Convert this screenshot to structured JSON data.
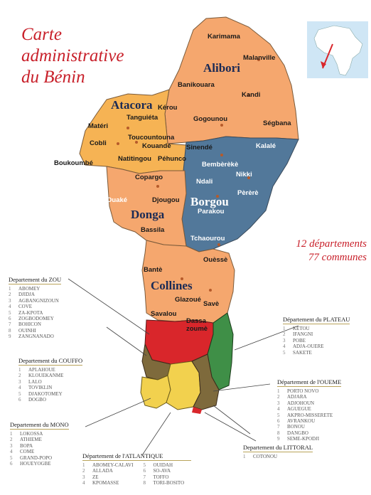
{
  "title_lines": [
    "Carte",
    "administrative",
    "du Bénin"
  ],
  "stats": [
    "12 départements",
    "77 communes"
  ],
  "departments": [
    "Alibori",
    "Atacora",
    "Borgou",
    "Donga",
    "Collines"
  ],
  "cities": [
    "Karimama",
    "Malanville",
    "Banikouara",
    "Kandi",
    "Ségbana",
    "Kérou",
    "Tanguiéta",
    "Matéri",
    "Gogounou",
    "Toucountouna",
    "Kouandé",
    "Cobli",
    "Natitingou",
    "Péhunco",
    "Sinendé",
    "Kalalé",
    "Boukoumbé",
    "Bembèrèkè",
    "Nikki",
    "Copargo",
    "Ndali",
    "Pèrèrè",
    "Ouaké",
    "Djougou",
    "Parakou",
    "Bassila",
    "Tchaourou",
    "Ouèssè",
    "Bantè",
    "Glazoué",
    "Savè",
    "Savalou",
    "Dassa zoumè"
  ],
  "map_colors": {
    "north": "#f5a76e",
    "west": "#f6b354",
    "borgou": "#52789a",
    "zou": "#d9262b",
    "plateau": "#3f8f47",
    "couffo": "#7e6a3c",
    "mono": "#f2d14e",
    "sea": "#ffffff"
  },
  "legends": [
    {
      "title": "Departement du ZOU",
      "items": [
        "ABOMEY",
        "DJIDJA",
        "AGBANGNIZOUN",
        "COVE",
        "ZA-KPOTA",
        "ZOGBODOMEY",
        "BOHICON",
        "OUINHI",
        "ZANGNANADO"
      ]
    },
    {
      "title": "Département du PLATEAU",
      "items": [
        "KETOU",
        "IFANGNI",
        "POBE",
        "ADJA-OUERE",
        "SAKETE"
      ]
    },
    {
      "title": "Departement du COUFFO",
      "items": [
        "APLAHOUE",
        "KLOUEKANME",
        "LALO",
        "TOVIKLIN",
        "DJAKOTOMEY",
        "DOGBO"
      ]
    },
    {
      "title": "Département de l'OUEME",
      "items": [
        "PORTO NOVO",
        "ADJARA",
        "ADJOHOUN",
        "AGUEGUE",
        "AKPRO-MISSERETE",
        "AVRANKOU",
        "BONOU",
        "DANGBO",
        "SEME-KPODJI"
      ]
    },
    {
      "title": "Departement du MONO",
      "items": [
        "LOKOSSA",
        "ATHIEME",
        "BOPA",
        "COME",
        "GRAND-POPO",
        "HOUEYOGBE"
      ]
    },
    {
      "title": "Département de l'ATLANTIQUE",
      "items": [
        "ABOMEY-CALAVI",
        "ALLADA",
        "ZE",
        "KPOMASSE",
        "OUIDAH",
        "SO-AVA",
        "TOFFO",
        "TORI-BOSITO"
      ]
    },
    {
      "title": "Departement du LITTORAL",
      "items": [
        "COTONOU"
      ]
    }
  ]
}
